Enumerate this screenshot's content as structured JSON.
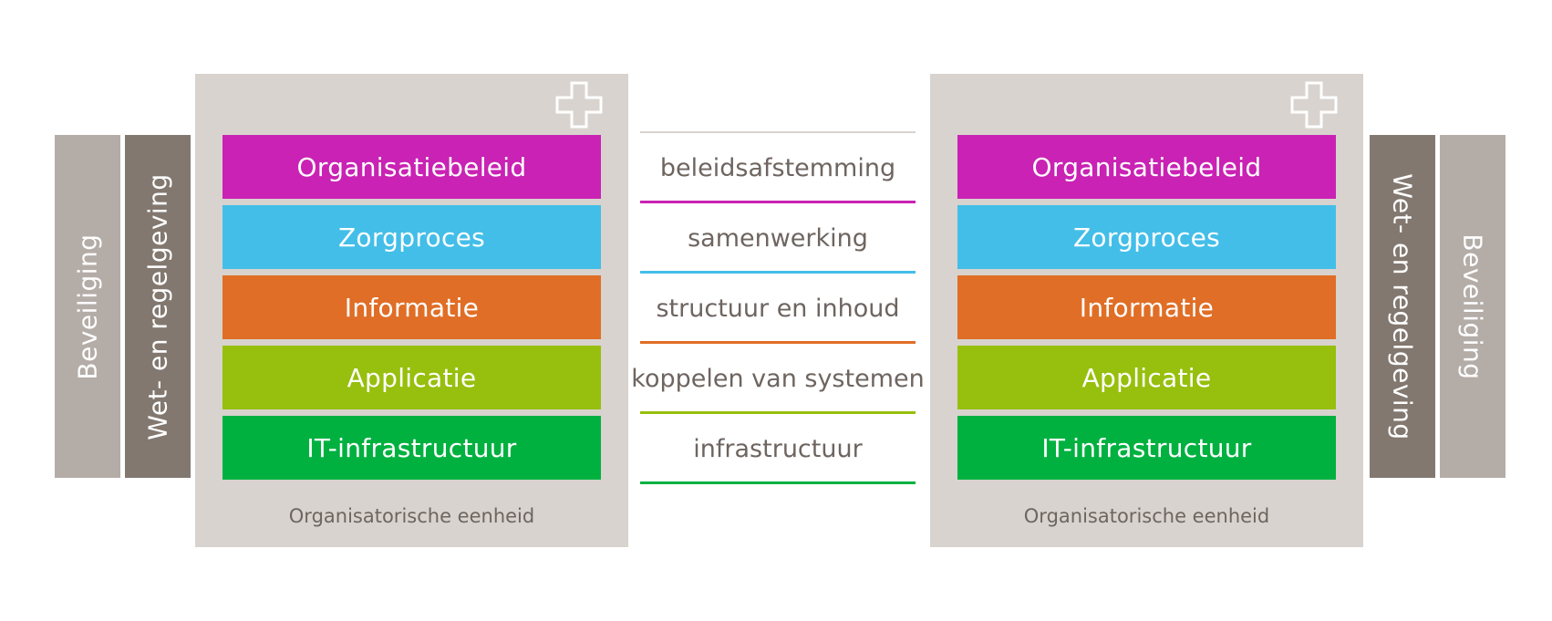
{
  "left": {
    "side_bars": [
      {
        "label": "Beveiliging",
        "color": "#b4aca7"
      },
      {
        "label": "Wet- en regelgeving",
        "color": "#827870"
      }
    ],
    "organization": {
      "plus_icon": "cross-icon",
      "layers": [
        {
          "label": "Organisatiebeleid",
          "color": "#c922b4"
        },
        {
          "label": "Zorgproces",
          "color": "#43bee8"
        },
        {
          "label": "Informatie",
          "color": "#e06e26"
        },
        {
          "label": "Applicatie",
          "color": "#97bf0d"
        },
        {
          "label": "IT-infrastructuur",
          "color": "#00b140"
        }
      ],
      "caption": "Organisatorische eenheid"
    }
  },
  "connectors": [
    {
      "label": "beleidsafstemming",
      "color": "#c922b4"
    },
    {
      "label": "samenwerking",
      "color": "#43bee8"
    },
    {
      "label": "structuur en inhoud",
      "color": "#e06e26"
    },
    {
      "label": "koppelen van systemen",
      "color": "#97bf0d"
    },
    {
      "label": "infrastructuur",
      "color": "#00b140"
    }
  ],
  "right": {
    "side_bars": [
      {
        "label": "Wet- en regelgeving",
        "color": "#827870"
      },
      {
        "label": "Beveiliging",
        "color": "#b4aca7"
      }
    ],
    "organization": {
      "plus_icon": "cross-icon",
      "layers": [
        {
          "label": "Organisatiebeleid",
          "color": "#c922b4"
        },
        {
          "label": "Zorgproces",
          "color": "#43bee8"
        },
        {
          "label": "Informatie",
          "color": "#e06e26"
        },
        {
          "label": "Applicatie",
          "color": "#97bf0d"
        },
        {
          "label": "IT-infrastructuur",
          "color": "#00b140"
        }
      ],
      "caption": "Organisatorische eenheid"
    }
  }
}
